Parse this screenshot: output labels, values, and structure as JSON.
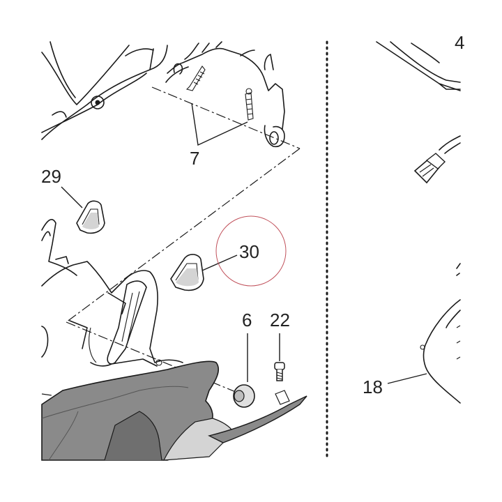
{
  "callouts": {
    "c7": "7",
    "c29": "29",
    "c30": "30",
    "c6": "6",
    "c22": "22",
    "c18": "18",
    "c4_partial": "4"
  },
  "highlight_color": "#c0505a",
  "fill_dark": "#8a8a8a",
  "fill_light": "#d4d4d4"
}
